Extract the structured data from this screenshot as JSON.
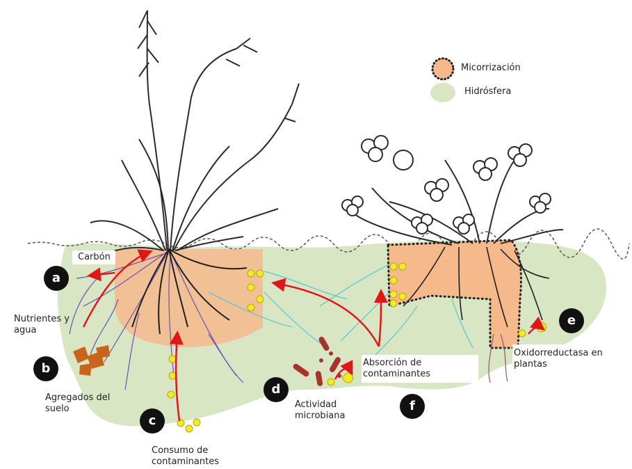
{
  "legend": {
    "mycorrhiza": "Micorrización",
    "hydrosphere": "Hidrósfera"
  },
  "badges": {
    "a": "a",
    "b": "b",
    "c": "c",
    "d": "d",
    "e": "e",
    "f": "f"
  },
  "labels": {
    "carbon": "Carbón",
    "nutrients_line1": "Nutrientes y",
    "nutrients_line2": "agua",
    "aggregates_line1": "Agregados del",
    "aggregates_line2": "suelo",
    "consumption_line1": "Consumo de",
    "consumption_line2": "contaminantes",
    "microbial_line1": "Actividad",
    "microbial_line2": "microbiana",
    "absorption_line1": "Absorción de",
    "absorption_line2": "contaminantes",
    "oxidoreductase_line1": "Oxidorreductasa en",
    "oxidoreductase_line2": "plantas"
  },
  "colors": {
    "hydrosphere": "#d8e6c4",
    "mycorrhiza": "#f6b98c",
    "arrow": "#e0161b",
    "contaminant": "#f5ea2a",
    "microbe": "#a8322c",
    "aggregate": "#c9651a",
    "root_left": "#6b4fb3",
    "root_cyan": "#47c4d4",
    "plant": "#2a2a2a"
  }
}
